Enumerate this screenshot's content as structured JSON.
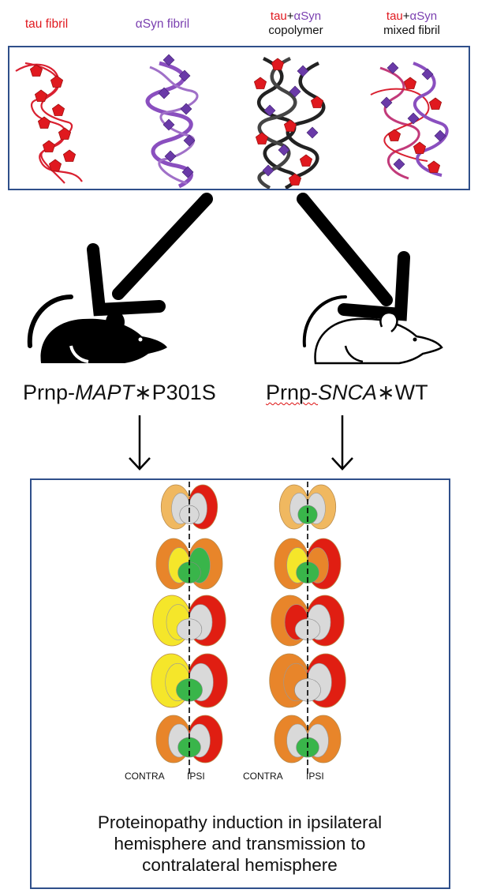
{
  "panels": {
    "tau_fibril": {
      "label": "tau fibril"
    },
    "asyn_fibril": {
      "label": "αSyn fibril"
    },
    "copolymer": {
      "part1": "tau",
      "plus": "+",
      "part2": "αSyn",
      "line2": "copolymer"
    },
    "mixed_fibril": {
      "part1": "tau",
      "plus": "+",
      "part2": "αSyn",
      "line2": "mixed fibril"
    }
  },
  "mice": {
    "left": {
      "prefix": "Prnp-",
      "gene": "MAPT",
      "star": "∗",
      "suffix": "P301S"
    },
    "right": {
      "prefix": "Prnp-",
      "gene": "SNCA",
      "star": "∗",
      "suffix": "WT"
    }
  },
  "brain_panel": {
    "left_side": {
      "contra": "CONTRA",
      "ipsi": "IPSI"
    },
    "right_side": {
      "contra": "CONTRA",
      "ipsi": "IPSI"
    }
  },
  "caption": {
    "line1": "Proteinopathy induction in ipsilateral",
    "line2": "hemisphere and transmission to",
    "line3": "contralateral hemisphere"
  },
  "colors": {
    "border": "#2f4f8a",
    "tau": "#e0191f",
    "asyn": "#7a3fb0",
    "strong": "#e01e12",
    "medium": "#e8852a",
    "light": "#f0b860",
    "yellow": "#f5e62a",
    "green": "#39b54a",
    "gray": "#d9d9d9"
  }
}
